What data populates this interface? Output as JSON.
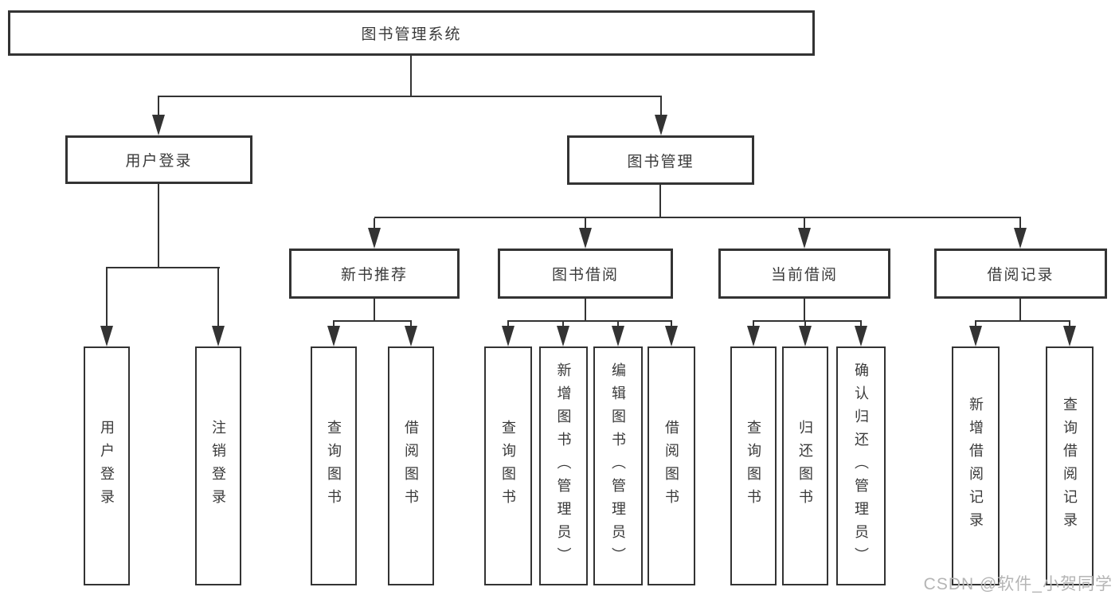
{
  "diagram": {
    "title": "图书管理系统",
    "level2": [
      {
        "label": "用户登录"
      },
      {
        "label": "图书管理"
      }
    ],
    "level3": [
      {
        "label": "新书推荐"
      },
      {
        "label": "图书借阅"
      },
      {
        "label": "当前借阅"
      },
      {
        "label": "借阅记录"
      }
    ],
    "leaves": [
      {
        "group": "用户登录",
        "label": "用户登录"
      },
      {
        "group": "用户登录",
        "label": "注销登录"
      },
      {
        "group": "新书推荐",
        "label": "查询图书"
      },
      {
        "group": "新书推荐",
        "label": "借阅图书"
      },
      {
        "group": "图书借阅",
        "label": "查询图书"
      },
      {
        "group": "图书借阅",
        "label": "新增图书（管理员）"
      },
      {
        "group": "图书借阅",
        "label": "编辑图书（管理员）"
      },
      {
        "group": "图书借阅",
        "label": "借阅图书"
      },
      {
        "group": "当前借阅",
        "label": "查询图书"
      },
      {
        "group": "当前借阅",
        "label": "归还图书"
      },
      {
        "group": "当前借阅",
        "label": "确认归还（管理员）"
      },
      {
        "group": "借阅记录",
        "label": "新增借阅记录"
      },
      {
        "group": "借阅记录",
        "label": "查询借阅记录"
      }
    ],
    "watermark": "CSDN @软件_小贺同学",
    "colors": {
      "line": "#333333",
      "text": "#3a3a3a",
      "background": "#ffffff",
      "watermark": "#b5b5b5"
    }
  }
}
